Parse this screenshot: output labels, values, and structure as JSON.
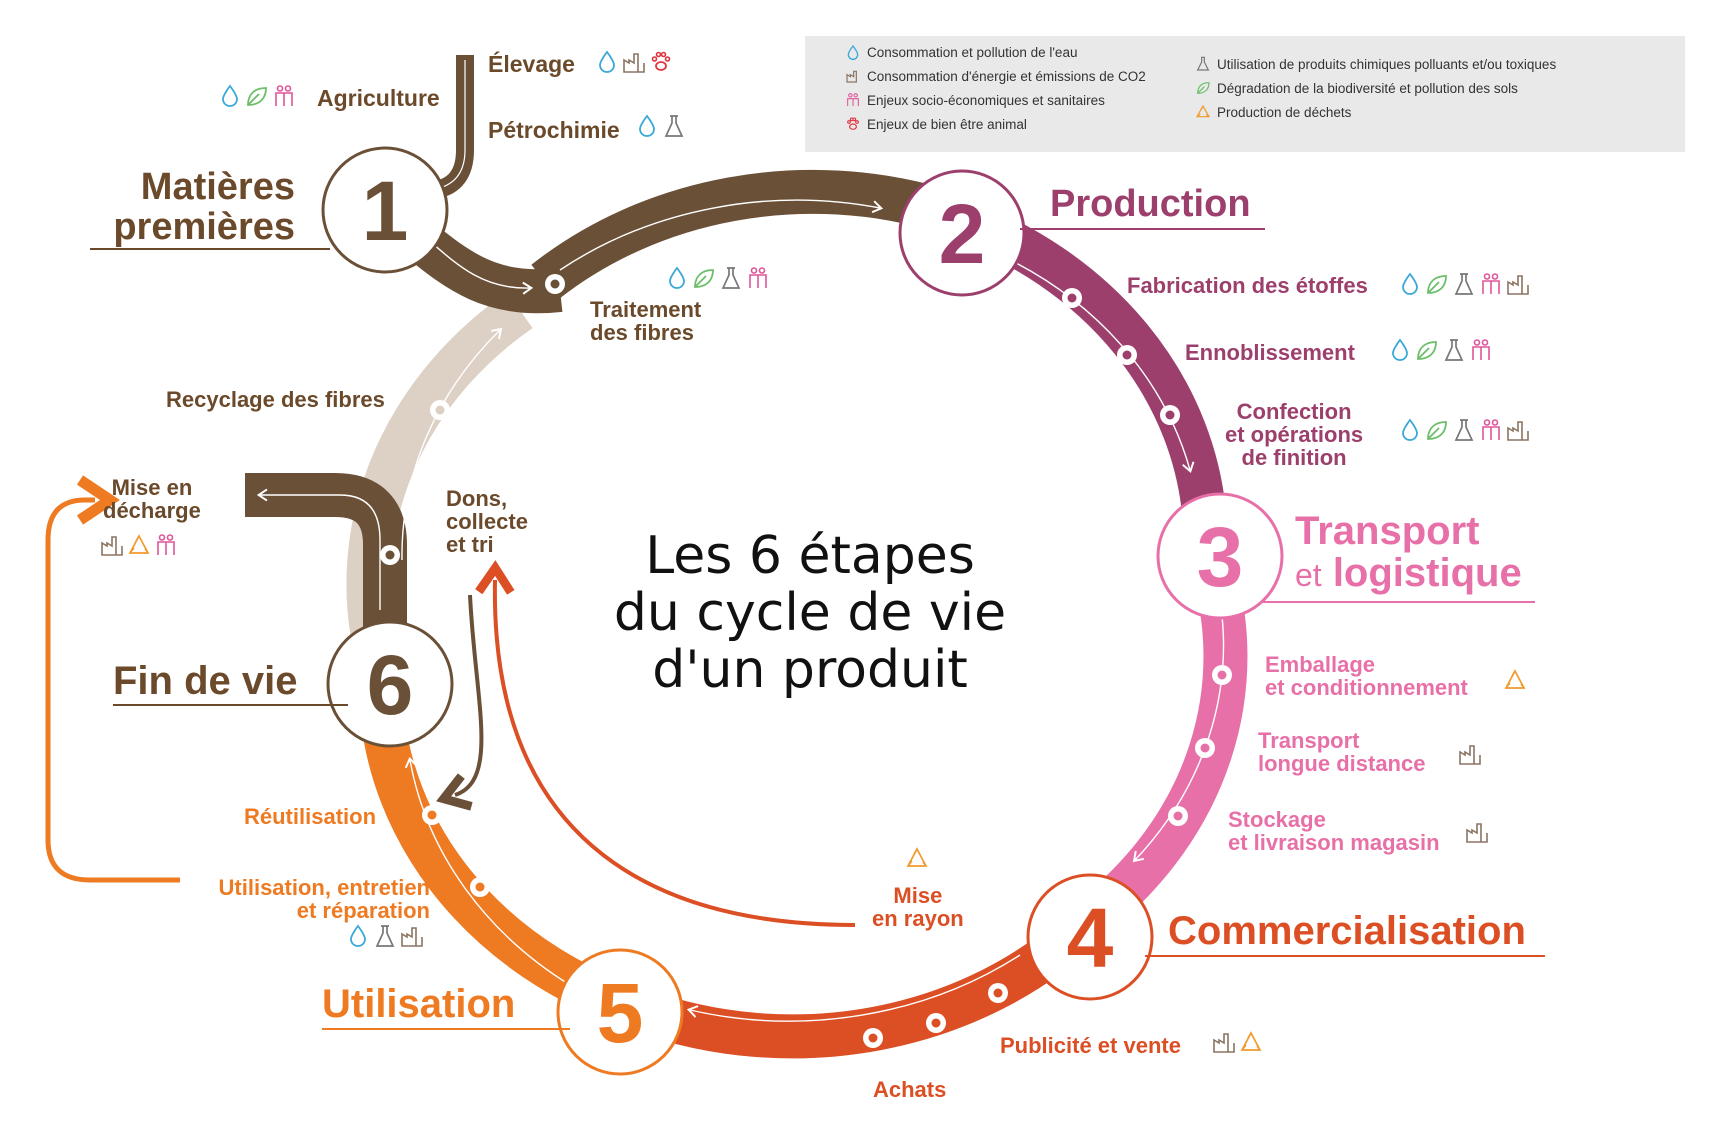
{
  "title": [
    "Les 6 étapes",
    "du cycle de vie",
    "d'un produit"
  ],
  "colors": {
    "brown": "#6b5038",
    "brown_text": "#6b4a2b",
    "beige": "#ddd1c5",
    "plum": "#9c3f6d",
    "pink": "#e870a8",
    "orange_red": "#dc4f25",
    "orange": "#ee7a22",
    "legend_bg": "#e9e9e9",
    "water": "#3aa8d8",
    "leaf": "#6cbf6a",
    "people": "#e0559a",
    "paw": "#e0343e",
    "waste": "#f09a2c",
    "factory": "#8a7462",
    "flask": "#777777"
  },
  "legend": {
    "items": [
      {
        "icon": "water-drop-icon",
        "label": "Consommation et pollution de l'eau"
      },
      {
        "icon": "factory-icon",
        "label": "Consommation d'énergie et émissions de CO2"
      },
      {
        "icon": "people-icon",
        "label": "Enjeux socio-économiques et sanitaires"
      },
      {
        "icon": "paw-icon",
        "label": "Enjeux de bien être animal"
      },
      {
        "icon": "flask-icon",
        "label": "Utilisation de produits chimiques polluants et/ou toxiques"
      },
      {
        "icon": "leaf-icon",
        "label": "Dégradation de la biodiversité et pollution des sols"
      },
      {
        "icon": "recycle-icon",
        "label": "Production de déchets"
      }
    ]
  },
  "stages": [
    {
      "number": "1",
      "title": [
        "Matières",
        "premières"
      ]
    },
    {
      "number": "2",
      "title": [
        "Production"
      ]
    },
    {
      "number": "3",
      "title_light": "et",
      "title": [
        "Transport",
        "logistique"
      ]
    },
    {
      "number": "4",
      "title": [
        "Commercialisation"
      ]
    },
    {
      "number": "5",
      "title": [
        "Utilisation"
      ]
    },
    {
      "number": "6",
      "title": [
        "Fin de vie"
      ]
    }
  ],
  "steps": {
    "elevage": "Élevage",
    "agriculture": "Agriculture",
    "petrochimie": "Pétrochimie",
    "traitement": [
      "Traitement",
      "des fibres"
    ],
    "fabrication": "Fabrication des étoffes",
    "ennoblissement": "Ennoblissement",
    "confection": [
      "Confection",
      "et opérations",
      "de finition"
    ],
    "emballage": [
      "Emballage",
      "et conditionnement"
    ],
    "transport_ld": [
      "Transport",
      "longue distance"
    ],
    "stockage": [
      "Stockage",
      "et livraison magasin"
    ],
    "mise_rayon": [
      "Mise",
      "en rayon"
    ],
    "publicite": "Publicité et vente",
    "achats": "Achats",
    "utilisation_entretien": [
      "Utilisation, entretien",
      "et réparation"
    ],
    "reutilisation": "Réutilisation",
    "dons": [
      "Dons,",
      "collecte",
      "et tri"
    ],
    "mise_decharge": [
      "Mise en",
      "décharge"
    ],
    "recyclage": "Recyclage des fibres"
  }
}
